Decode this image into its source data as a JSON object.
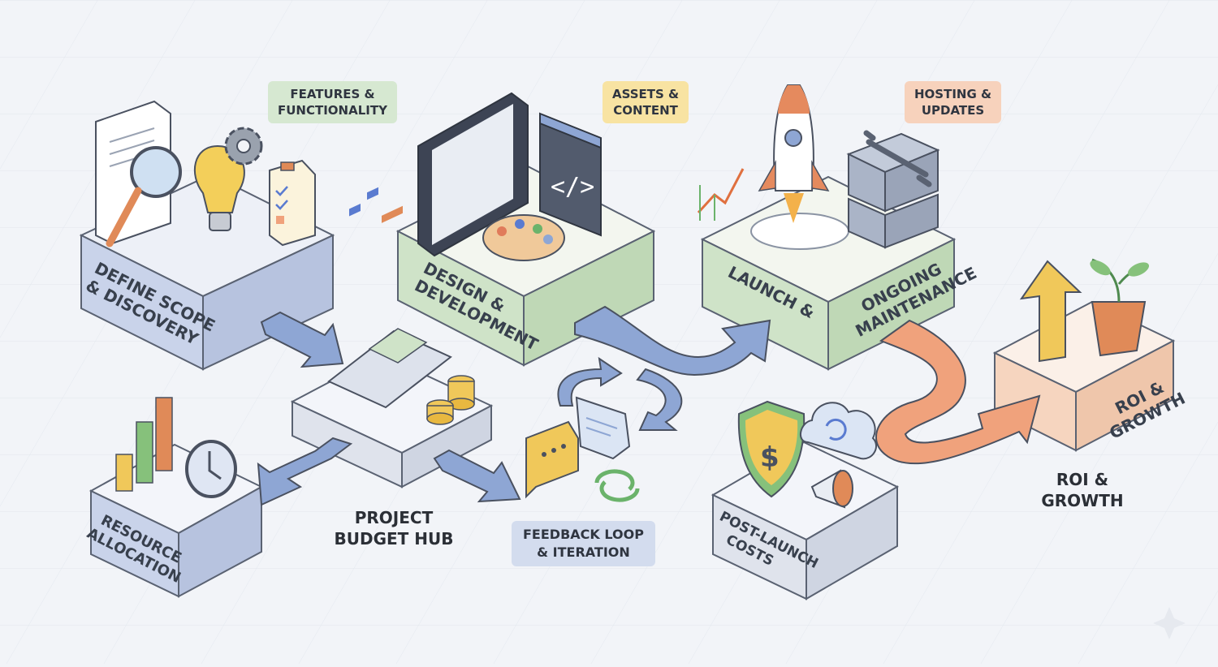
{
  "colors": {
    "background": "#f2f4f8",
    "blue_platform": "#c9d3ea",
    "green_platform": "#cfe3c8",
    "peach_platform": "#f6d5bf",
    "neutral_platform": "#dfe3ec",
    "arrow_blue": "#8ea6d4",
    "arrow_orange": "#f0a27c",
    "tag_green": "#d6e8d1",
    "tag_yellow": "#f8e3a2",
    "tag_peach": "#f7d2bc",
    "tag_blue": "#d3dcee"
  },
  "stages": {
    "define_scope": "DEFINE SCOPE\n& DISCOVERY",
    "design_dev": "DESIGN &\nDEVELOPMENT",
    "launch": "LAUNCH &",
    "maintenance": "ONGOING\nMAINTENANCE",
    "roi_platform": "ROI &\nGROWTH",
    "resource": "RESOURCE\nALLOCATION",
    "post_launch": "POST-LAUNCH\nCOSTS"
  },
  "tags": {
    "features": "FEATURES &\nFUNCTIONALITY",
    "assets": "ASSETS &\nCONTENT",
    "hosting": "HOSTING &\nUPDATES",
    "feedback": "FEEDBACK LOOP\n& ITERATION"
  },
  "labels": {
    "budget_hub": "PROJECT\nBUDGET HUB",
    "roi_growth": "ROI & GROWTH"
  },
  "icons": {
    "document": "document-icon",
    "magnifier": "magnifier-icon",
    "lightbulb": "lightbulb-icon",
    "gear": "gear-icon",
    "clipboard": "clipboard-checklist-icon",
    "tablet": "tablet-wireframe-icon",
    "code": "code-window-icon",
    "palette": "palette-icon",
    "rocket": "rocket-icon",
    "trend": "trend-chart-icon",
    "server": "server-icon",
    "wrench": "wrench-icon",
    "calculator": "calculator-icon",
    "coins": "coins-icon",
    "bar_chart": "bar-chart-icon",
    "clock": "clock-icon",
    "chat": "chat-bubbles-icon",
    "refresh": "refresh-icon",
    "shield": "shield-dollar-icon",
    "cloud_sync": "cloud-sync-icon",
    "megaphone": "megaphone-icon",
    "growth_arrow": "growth-arrow-icon",
    "plant": "plant-pot-icon"
  }
}
